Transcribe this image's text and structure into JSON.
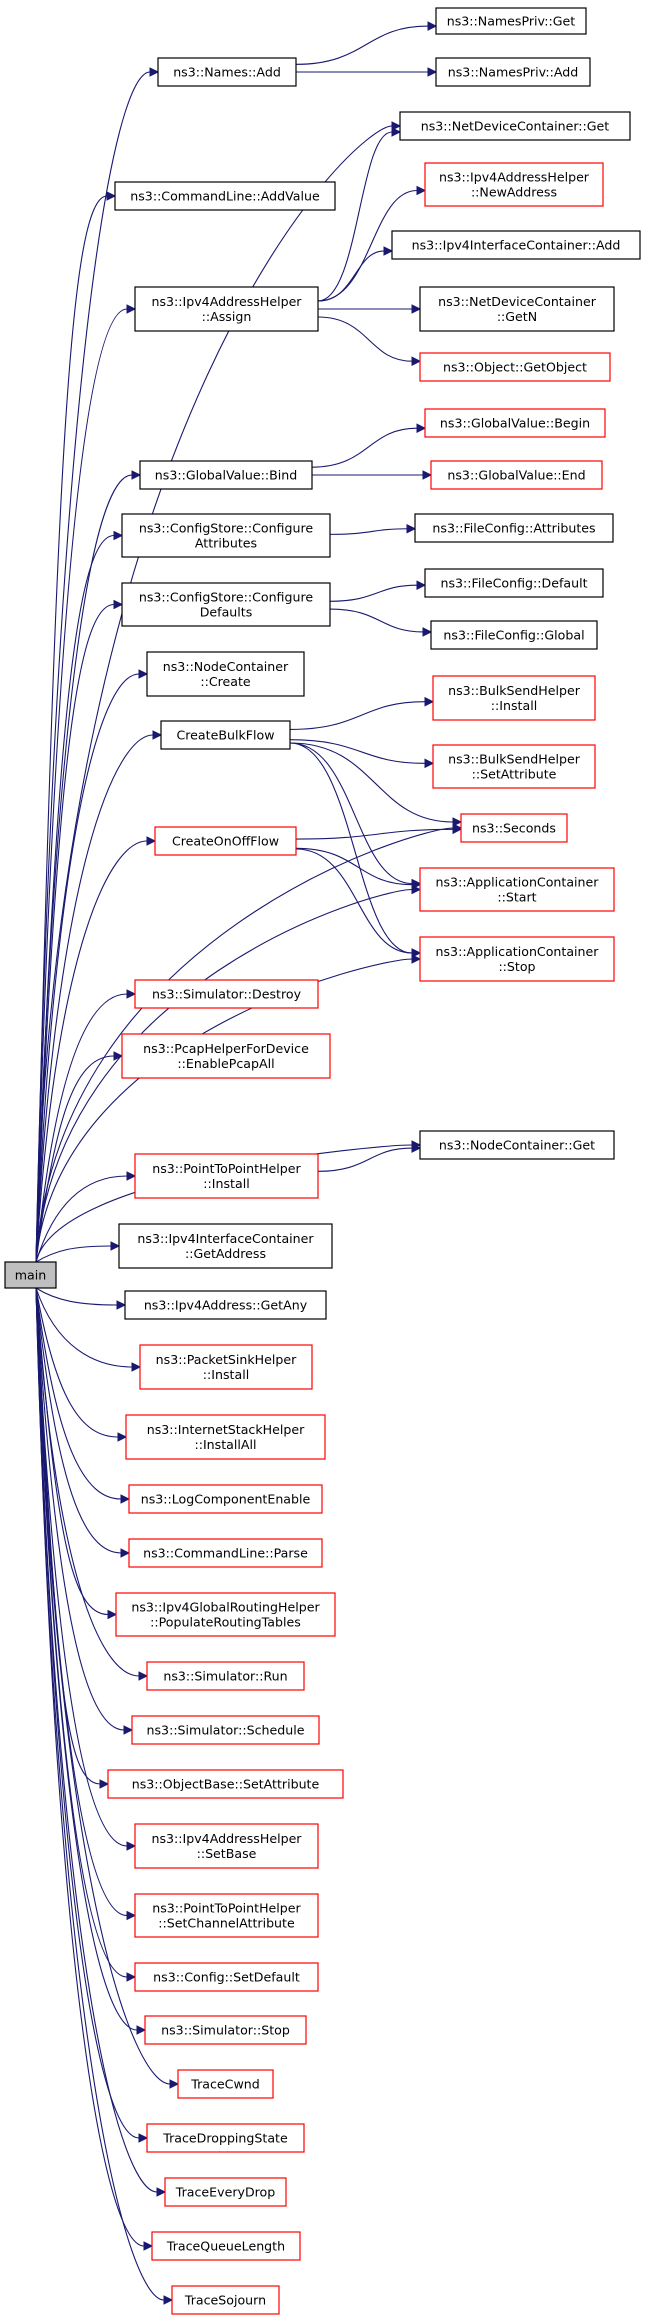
{
  "colors": {
    "edge": "#191970",
    "border_normal": "#000000",
    "border_link": "#ff0000",
    "fill_root": "#bfbfbf",
    "fill": "#ffffff"
  },
  "nodes": [
    {
      "id": "main",
      "lines": [
        "main"
      ],
      "kind": "root"
    },
    {
      "id": "names_add",
      "lines": [
        "ns3::Names::Add"
      ],
      "kind": "normal"
    },
    {
      "id": "namespriv_get",
      "lines": [
        "ns3::NamesPriv::Get"
      ],
      "kind": "normal"
    },
    {
      "id": "namespriv_add",
      "lines": [
        "ns3::NamesPriv::Add"
      ],
      "kind": "normal"
    },
    {
      "id": "netdev_get",
      "lines": [
        "ns3::NetDeviceContainer::Get"
      ],
      "kind": "normal"
    },
    {
      "id": "cmdline_addvalue",
      "lines": [
        "ns3::CommandLine::AddValue"
      ],
      "kind": "normal"
    },
    {
      "id": "ipv4addr_newaddress",
      "lines": [
        "ns3::Ipv4AddressHelper",
        "::NewAddress"
      ],
      "kind": "link"
    },
    {
      "id": "ipv4if_add",
      "lines": [
        "ns3::Ipv4InterfaceContainer::Add"
      ],
      "kind": "normal"
    },
    {
      "id": "ipv4addr_assign",
      "lines": [
        "ns3::Ipv4AddressHelper",
        "::Assign"
      ],
      "kind": "normal"
    },
    {
      "id": "netdev_getn",
      "lines": [
        "ns3::NetDeviceContainer",
        "::GetN"
      ],
      "kind": "normal"
    },
    {
      "id": "object_getobject",
      "lines": [
        "ns3::Object::GetObject"
      ],
      "kind": "link"
    },
    {
      "id": "gv_begin",
      "lines": [
        "ns3::GlobalValue::Begin"
      ],
      "kind": "link"
    },
    {
      "id": "gv_bind",
      "lines": [
        "ns3::GlobalValue::Bind"
      ],
      "kind": "normal"
    },
    {
      "id": "gv_end",
      "lines": [
        "ns3::GlobalValue::End"
      ],
      "kind": "link"
    },
    {
      "id": "cs_confattr",
      "lines": [
        "ns3::ConfigStore::Configure",
        "Attributes"
      ],
      "kind": "normal"
    },
    {
      "id": "fc_attributes",
      "lines": [
        "ns3::FileConfig::Attributes"
      ],
      "kind": "normal"
    },
    {
      "id": "cs_confdef",
      "lines": [
        "ns3::ConfigStore::Configure",
        "Defaults"
      ],
      "kind": "normal"
    },
    {
      "id": "fc_default",
      "lines": [
        "ns3::FileConfig::Default"
      ],
      "kind": "normal"
    },
    {
      "id": "fc_global",
      "lines": [
        "ns3::FileConfig::Global"
      ],
      "kind": "normal"
    },
    {
      "id": "nc_create",
      "lines": [
        "ns3::NodeContainer",
        "::Create"
      ],
      "kind": "normal"
    },
    {
      "id": "bulk_install",
      "lines": [
        "ns3::BulkSendHelper",
        "::Install"
      ],
      "kind": "link"
    },
    {
      "id": "create_bulk",
      "lines": [
        "CreateBulkFlow"
      ],
      "kind": "normal"
    },
    {
      "id": "bulk_setattr",
      "lines": [
        "ns3::BulkSendHelper",
        "::SetAttribute"
      ],
      "kind": "link"
    },
    {
      "id": "seconds",
      "lines": [
        "ns3::Seconds"
      ],
      "kind": "link"
    },
    {
      "id": "create_onoff",
      "lines": [
        "CreateOnOffFlow"
      ],
      "kind": "link"
    },
    {
      "id": "ac_start",
      "lines": [
        "ns3::ApplicationContainer",
        "::Start"
      ],
      "kind": "link"
    },
    {
      "id": "ac_stop",
      "lines": [
        "ns3::ApplicationContainer",
        "::Stop"
      ],
      "kind": "link"
    },
    {
      "id": "sim_destroy",
      "lines": [
        "ns3::Simulator::Destroy"
      ],
      "kind": "link"
    },
    {
      "id": "pcap_enableall",
      "lines": [
        "ns3::PcapHelperForDevice",
        "::EnablePcapAll"
      ],
      "kind": "link"
    },
    {
      "id": "nc_get",
      "lines": [
        "ns3::NodeContainer::Get"
      ],
      "kind": "normal"
    },
    {
      "id": "p2p_install",
      "lines": [
        "ns3::PointToPointHelper",
        "::Install"
      ],
      "kind": "link"
    },
    {
      "id": "ipv4if_getaddr",
      "lines": [
        "ns3::Ipv4InterfaceContainer",
        "::GetAddress"
      ],
      "kind": "normal"
    },
    {
      "id": "ipv4_getany",
      "lines": [
        "ns3::Ipv4Address::GetAny"
      ],
      "kind": "normal"
    },
    {
      "id": "sink_install",
      "lines": [
        "ns3::PacketSinkHelper",
        "::Install"
      ],
      "kind": "link"
    },
    {
      "id": "inet_installall",
      "lines": [
        "ns3::InternetStackHelper",
        "::InstallAll"
      ],
      "kind": "link"
    },
    {
      "id": "log_enable",
      "lines": [
        "ns3::LogComponentEnable"
      ],
      "kind": "link"
    },
    {
      "id": "cmdline_parse",
      "lines": [
        "ns3::CommandLine::Parse"
      ],
      "kind": "link"
    },
    {
      "id": "ipv4gr_populate",
      "lines": [
        "ns3::Ipv4GlobalRoutingHelper",
        "::PopulateRoutingTables"
      ],
      "kind": "link"
    },
    {
      "id": "sim_run",
      "lines": [
        "ns3::Simulator::Run"
      ],
      "kind": "link"
    },
    {
      "id": "sim_schedule",
      "lines": [
        "ns3::Simulator::Schedule"
      ],
      "kind": "link"
    },
    {
      "id": "ob_setattr",
      "lines": [
        "ns3::ObjectBase::SetAttribute"
      ],
      "kind": "link"
    },
    {
      "id": "ipv4addr_setbase",
      "lines": [
        "ns3::Ipv4AddressHelper",
        "::SetBase"
      ],
      "kind": "link"
    },
    {
      "id": "p2p_setchan",
      "lines": [
        "ns3::PointToPointHelper",
        "::SetChannelAttribute"
      ],
      "kind": "link"
    },
    {
      "id": "config_setdefault",
      "lines": [
        "ns3::Config::SetDefault"
      ],
      "kind": "link"
    },
    {
      "id": "sim_stop",
      "lines": [
        "ns3::Simulator::Stop"
      ],
      "kind": "link"
    },
    {
      "id": "trace_cwnd",
      "lines": [
        "TraceCwnd"
      ],
      "kind": "link"
    },
    {
      "id": "trace_dropping",
      "lines": [
        "TraceDroppingState"
      ],
      "kind": "link"
    },
    {
      "id": "trace_everydrop",
      "lines": [
        "TraceEveryDrop"
      ],
      "kind": "link"
    },
    {
      "id": "trace_queuelen",
      "lines": [
        "TraceQueueLength"
      ],
      "kind": "link"
    },
    {
      "id": "trace_sojourn",
      "lines": [
        "TraceSojourn"
      ],
      "kind": "link"
    }
  ],
  "edges": [
    [
      "main",
      "names_add"
    ],
    [
      "main",
      "cmdline_addvalue"
    ],
    [
      "main",
      "netdev_get"
    ],
    [
      "main",
      "ipv4addr_assign"
    ],
    [
      "main",
      "gv_bind"
    ],
    [
      "main",
      "cs_confattr"
    ],
    [
      "main",
      "cs_confdef"
    ],
    [
      "main",
      "nc_create"
    ],
    [
      "main",
      "create_bulk"
    ],
    [
      "main",
      "seconds"
    ],
    [
      "main",
      "create_onoff"
    ],
    [
      "main",
      "ac_start"
    ],
    [
      "main",
      "ac_stop"
    ],
    [
      "main",
      "sim_destroy"
    ],
    [
      "main",
      "pcap_enableall"
    ],
    [
      "main",
      "nc_get"
    ],
    [
      "main",
      "p2p_install"
    ],
    [
      "main",
      "ipv4if_getaddr"
    ],
    [
      "main",
      "ipv4_getany"
    ],
    [
      "main",
      "sink_install"
    ],
    [
      "main",
      "inet_installall"
    ],
    [
      "main",
      "log_enable"
    ],
    [
      "main",
      "cmdline_parse"
    ],
    [
      "main",
      "ipv4gr_populate"
    ],
    [
      "main",
      "sim_run"
    ],
    [
      "main",
      "sim_schedule"
    ],
    [
      "main",
      "ob_setattr"
    ],
    [
      "main",
      "ipv4addr_setbase"
    ],
    [
      "main",
      "p2p_setchan"
    ],
    [
      "main",
      "config_setdefault"
    ],
    [
      "main",
      "sim_stop"
    ],
    [
      "main",
      "trace_cwnd"
    ],
    [
      "main",
      "trace_dropping"
    ],
    [
      "main",
      "trace_everydrop"
    ],
    [
      "main",
      "trace_queuelen"
    ],
    [
      "main",
      "trace_sojourn"
    ],
    [
      "names_add",
      "namespriv_get"
    ],
    [
      "names_add",
      "namespriv_add"
    ],
    [
      "ipv4addr_assign",
      "netdev_get"
    ],
    [
      "ipv4addr_assign",
      "ipv4addr_newaddress"
    ],
    [
      "ipv4addr_assign",
      "ipv4if_add"
    ],
    [
      "ipv4addr_assign",
      "netdev_getn"
    ],
    [
      "ipv4addr_assign",
      "object_getobject"
    ],
    [
      "gv_bind",
      "gv_begin"
    ],
    [
      "gv_bind",
      "gv_end"
    ],
    [
      "cs_confattr",
      "fc_attributes"
    ],
    [
      "cs_confdef",
      "fc_default"
    ],
    [
      "cs_confdef",
      "fc_global"
    ],
    [
      "create_bulk",
      "bulk_install"
    ],
    [
      "create_bulk",
      "bulk_setattr"
    ],
    [
      "create_bulk",
      "seconds"
    ],
    [
      "create_bulk",
      "ac_start"
    ],
    [
      "create_bulk",
      "ac_stop"
    ],
    [
      "create_onoff",
      "seconds"
    ],
    [
      "create_onoff",
      "ac_start"
    ],
    [
      "create_onoff",
      "ac_stop"
    ],
    [
      "p2p_install",
      "nc_get"
    ]
  ]
}
